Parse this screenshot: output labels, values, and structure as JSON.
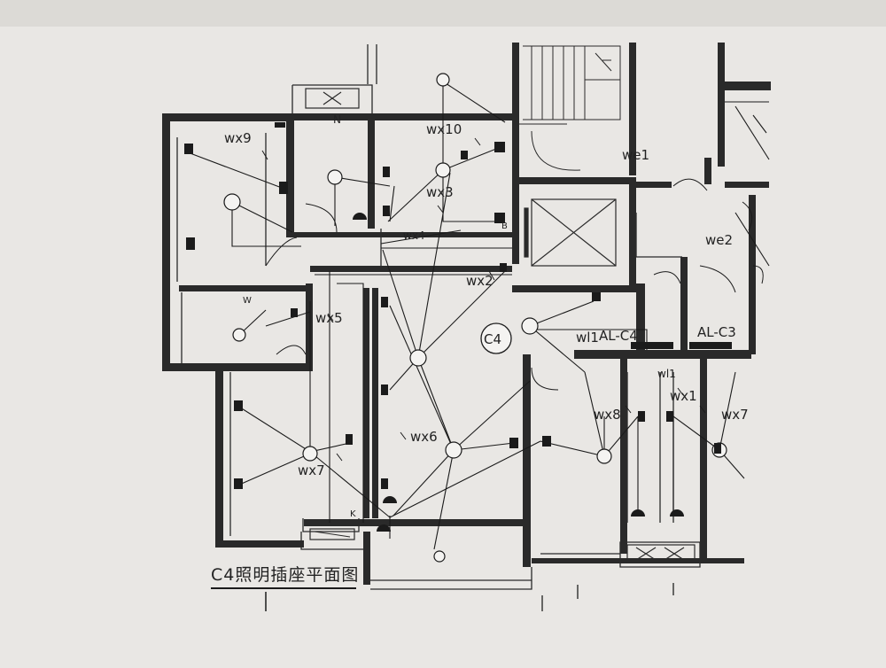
{
  "drawing": {
    "title": "C4照明插座平面图",
    "plan_code": "C4",
    "panels": [
      "AL-C4",
      "AL-C3"
    ],
    "circuits": {
      "wx9": "wx9",
      "wx10": "wx10",
      "wx3": "wx3",
      "wx4": "wx4",
      "wx2": "wx2",
      "wx5": "wx5",
      "wx6": "wx6",
      "wx7_left": "wx7",
      "wx7_right": "wx7",
      "wx8": "wx8",
      "wx1": "wx1",
      "wl1": "wl1",
      "wl1_b": "wl1",
      "we1": "we1",
      "we2": "we2"
    },
    "fixture_letters": {
      "n": "N",
      "k": "K",
      "w": "W",
      "b": "B"
    },
    "colors": {
      "paper": "#e9e7e4",
      "ink": "#1b1b1b",
      "wall": "#2a2a2a"
    }
  }
}
